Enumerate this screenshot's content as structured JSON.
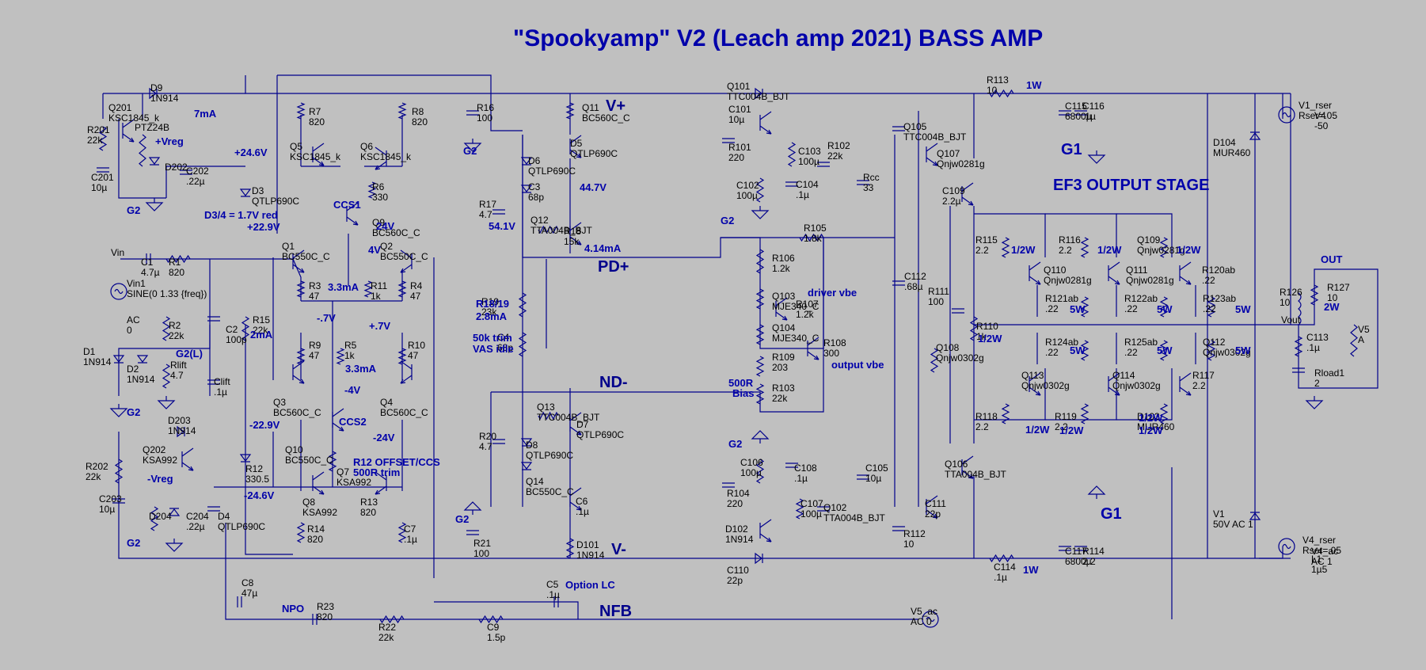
{
  "title": "\"Spookyamp\" V2 (Leach amp 2021) BASS AMP",
  "section_labels": {
    "output_stage": "EF3 OUTPUT STAGE",
    "vplus": "V+",
    "vminus": "V-",
    "pdplus": "PD+",
    "ndminus": "ND-",
    "nfb": "NFB",
    "out": "OUT",
    "vout": "Vout",
    "vin": "Vin"
  },
  "ground_labels": [
    "G2",
    "G2",
    "G2",
    "G2",
    "G2",
    "G2",
    "G2",
    "G1",
    "G1",
    "G2(L)"
  ],
  "annotations": [
    "+24.6V",
    "+Vreg",
    "-Vreg",
    "D3/4 = 1.7V red",
    "+22.9V",
    "CCS1",
    "24V",
    "4V",
    "3.3mA",
    "3.3mA",
    "2mA",
    "-.7V",
    "+.7V",
    "-4V",
    "-22.9V",
    "CCS2",
    "-24V",
    "-24.6V",
    "R12 OFFSET/CCS",
    "500R trim",
    "7mA",
    "44.7V",
    "54.1V",
    "4.14mA",
    "R18/19",
    "2.8mA",
    "50k trim",
    "VAS idle",
    "driver vbe",
    "output vbe",
    "500R",
    "Bias",
    "NPO",
    "Option LC",
    "1W",
    "1W",
    "1/2W",
    "1/2W",
    "1/2W",
    "1/2W",
    "1/2W",
    "1/2W",
    "1/2W",
    "1/2W",
    "5W",
    "5W",
    "5W",
    "5W",
    "5W",
    "5W",
    "2W"
  ],
  "components": [
    {
      "ref": "D9",
      "value": "1N914"
    },
    {
      "ref": "Q201",
      "value": "KSC1845_k"
    },
    {
      "ref": "R201",
      "value": "22k"
    },
    {
      "ref": "C201",
      "value": "10µ"
    },
    {
      "ref": "PTZ24B",
      "value": ""
    },
    {
      "ref": "D202",
      "value": ""
    },
    {
      "ref": "C202",
      "value": ".22µ"
    },
    {
      "ref": "R7",
      "value": "820"
    },
    {
      "ref": "R8",
      "value": "820"
    },
    {
      "ref": "Q5",
      "value": "KSC1845_k"
    },
    {
      "ref": "Q6",
      "value": "KSC1845_k"
    },
    {
      "ref": "R6",
      "value": "330"
    },
    {
      "ref": "Q9",
      "value": "BC560C_C"
    },
    {
      "ref": "D3",
      "value": "QTLP690C"
    },
    {
      "ref": "Vin1",
      "value": "SINE(0 1.33 {freq})"
    },
    {
      "ref": "AC",
      "value": "0"
    },
    {
      "ref": "C1",
      "value": "4.7µ"
    },
    {
      "ref": "R1",
      "value": "820"
    },
    {
      "ref": "Q1",
      "value": "BC550C_C"
    },
    {
      "ref": "Q2",
      "value": "BC550C_C"
    },
    {
      "ref": "R3",
      "value": "47"
    },
    {
      "ref": "R4",
      "value": "47"
    },
    {
      "ref": "R11",
      "value": "1k"
    },
    {
      "ref": "R15",
      "value": "22k"
    },
    {
      "ref": "R2",
      "value": "22k"
    },
    {
      "ref": "C2",
      "value": "100p"
    },
    {
      "ref": "D1",
      "value": "1N914"
    },
    {
      "ref": "D2",
      "value": "1N914"
    },
    {
      "ref": "Rlift",
      "value": "4.7"
    },
    {
      "ref": "Clift",
      "value": ".1µ"
    },
    {
      "ref": "R9",
      "value": "47"
    },
    {
      "ref": "R5",
      "value": "1k"
    },
    {
      "ref": "R10",
      "value": "47"
    },
    {
      "ref": "Q3",
      "value": "BC560C_C"
    },
    {
      "ref": "Q4",
      "value": "BC560C_C"
    },
    {
      "ref": "Q10",
      "value": "BC550C_C"
    },
    {
      "ref": "D203",
      "value": "1N914"
    },
    {
      "ref": "Q202",
      "value": "KSA992"
    },
    {
      "ref": "R202",
      "value": "22k"
    },
    {
      "ref": "C203",
      "value": "10µ"
    },
    {
      "ref": "D204",
      "value": ""
    },
    {
      "ref": "C204",
      "value": ".22µ"
    },
    {
      "ref": "D4",
      "value": "QTLP690C"
    },
    {
      "ref": "R12",
      "value": "330.5"
    },
    {
      "ref": "Q7",
      "value": "KSA992"
    },
    {
      "ref": "Q8",
      "value": "KSA992"
    },
    {
      "ref": "R13",
      "value": "820"
    },
    {
      "ref": "R14",
      "value": "820"
    },
    {
      "ref": "C7",
      "value": ".1µ"
    },
    {
      "ref": "C8",
      "value": "47µ"
    },
    {
      "ref": "R23",
      "value": "820"
    },
    {
      "ref": "R22",
      "value": "22k"
    },
    {
      "ref": "C9",
      "value": "1.5p"
    },
    {
      "ref": "C5",
      "value": ".1µ"
    },
    {
      "ref": "R16",
      "value": "100"
    },
    {
      "ref": "Q11",
      "value": "BC560C_C"
    },
    {
      "ref": "D5",
      "value": "QTLP690C"
    },
    {
      "ref": "D6",
      "value": "QTLP690C"
    },
    {
      "ref": "C3",
      "value": "68p"
    },
    {
      "ref": "R17",
      "value": "4.7"
    },
    {
      "ref": "Q12",
      "value": "TTA004B_BJT"
    },
    {
      "ref": "R18",
      "value": "15k"
    },
    {
      "ref": "R19",
      "value": "23k"
    },
    {
      "ref": "C4",
      "value": "68p"
    },
    {
      "ref": "R20",
      "value": "4.7"
    },
    {
      "ref": "Q13",
      "value": "TTC004B_BJT"
    },
    {
      "ref": "D7",
      "value": "QTLP690C"
    },
    {
      "ref": "D8",
      "value": "QTLP690C"
    },
    {
      "ref": "Q14",
      "value": "BC550C_C"
    },
    {
      "ref": "C6",
      "value": ".1µ"
    },
    {
      "ref": "R21",
      "value": "100"
    },
    {
      "ref": "D101",
      "value": "1N914"
    },
    {
      "ref": "Q101",
      "value": "TTC004B_BJT"
    },
    {
      "ref": "C101",
      "value": "10µ"
    },
    {
      "ref": "R101",
      "value": "220"
    },
    {
      "ref": "C103",
      "value": "100µ"
    },
    {
      "ref": "R102",
      "value": "22k"
    },
    {
      "ref": "C102",
      "value": "100µ"
    },
    {
      "ref": "C104",
      "value": ".1µ"
    },
    {
      "ref": "Rcc",
      "value": "33"
    },
    {
      "ref": "R105",
      "value": "1.8k"
    },
    {
      "ref": "R106",
      "value": "1.2k"
    },
    {
      "ref": "Q103",
      "value": "MJE340_C"
    },
    {
      "ref": "R107",
      "value": "1.2k"
    },
    {
      "ref": "Q104",
      "value": "MJE340_C"
    },
    {
      "ref": "R108",
      "value": "300"
    },
    {
      "ref": "R109",
      "value": "203"
    },
    {
      "ref": "R103",
      "value": "22k"
    },
    {
      "ref": "C106",
      "value": "100µ"
    },
    {
      "ref": "C108",
      "value": ".1µ"
    },
    {
      "ref": "C105",
      "value": "10µ"
    },
    {
      "ref": "R104",
      "value": "220"
    },
    {
      "ref": "C107",
      "value": "100µ"
    },
    {
      "ref": "Q102",
      "value": "TTA004B_BJT"
    },
    {
      "ref": "D102",
      "value": "1N914"
    },
    {
      "ref": "C110",
      "value": "22p"
    },
    {
      "ref": "Q105",
      "value": "TTC004B_BJT"
    },
    {
      "ref": "Q107",
      "value": "Qnjw0281g"
    },
    {
      "ref": "C109",
      "value": "2.2µ"
    },
    {
      "ref": "C112",
      "value": ".68µ"
    },
    {
      "ref": "R111",
      "value": "100"
    },
    {
      "ref": "R110",
      "value": "1k"
    },
    {
      "ref": "Q108",
      "value": "Qnjw0302g"
    },
    {
      "ref": "Q106",
      "value": "TTA004B_BJT"
    },
    {
      "ref": "C111",
      "value": "22p"
    },
    {
      "ref": "R112",
      "value": "10"
    },
    {
      "ref": "R113",
      "value": "10"
    },
    {
      "ref": "C114",
      "value": ".1µ"
    },
    {
      "ref": "C115",
      "value": "6800µ"
    },
    {
      "ref": "C116",
      "value": ".1µ"
    },
    {
      "ref": "C117",
      "value": "6800µ"
    },
    {
      "ref": "R114",
      "value": "2.2"
    },
    {
      "ref": "R115",
      "value": "2.2"
    },
    {
      "ref": "R116",
      "value": "2.2"
    },
    {
      "ref": "Q109",
      "value": "Qnjw0281g"
    },
    {
      "ref": "Q110",
      "value": "Qnjw0281g"
    },
    {
      "ref": "Q111",
      "value": "Qnjw0281g"
    },
    {
      "ref": "R120ab",
      "value": ".22"
    },
    {
      "ref": "R121ab",
      "value": ".22"
    },
    {
      "ref": "R122ab",
      "value": ".22"
    },
    {
      "ref": "R123ab",
      "value": ".22"
    },
    {
      "ref": "R124ab",
      "value": ".22"
    },
    {
      "ref": "R125ab",
      "value": ".22"
    },
    {
      "ref": "Q112",
      "value": "Qnjw0302g"
    },
    {
      "ref": "Q113",
      "value": "Qnjw0302g"
    },
    {
      "ref": "Q114",
      "value": "Qnjw0302g"
    },
    {
      "ref": "R117",
      "value": "2.2"
    },
    {
      "ref": "R118",
      "value": "2.2"
    },
    {
      "ref": "R119",
      "value": "2.2"
    },
    {
      "ref": "D103",
      "value": "MUR460"
    },
    {
      "ref": "D104",
      "value": "MUR460"
    },
    {
      "ref": "V1",
      "value": "50V AC 1"
    },
    {
      "ref": "V1_rser",
      "value": "Rser=.05"
    },
    {
      "ref": "V4",
      "value": "-50"
    },
    {
      "ref": "V4_rser",
      "value": "Rser=.05"
    },
    {
      "ref": "V4_ac",
      "value": "AC 1"
    },
    {
      "ref": "L1",
      "value": "1µ5"
    },
    {
      "ref": "R126",
      "value": "10"
    },
    {
      "ref": "R127",
      "value": "10"
    },
    {
      "ref": "C113",
      "value": ".1µ"
    },
    {
      "ref": "Rload1",
      "value": "2"
    },
    {
      "ref": "V5",
      "value": "A"
    },
    {
      "ref": "V5_ac",
      "value": "AC 0"
    }
  ]
}
